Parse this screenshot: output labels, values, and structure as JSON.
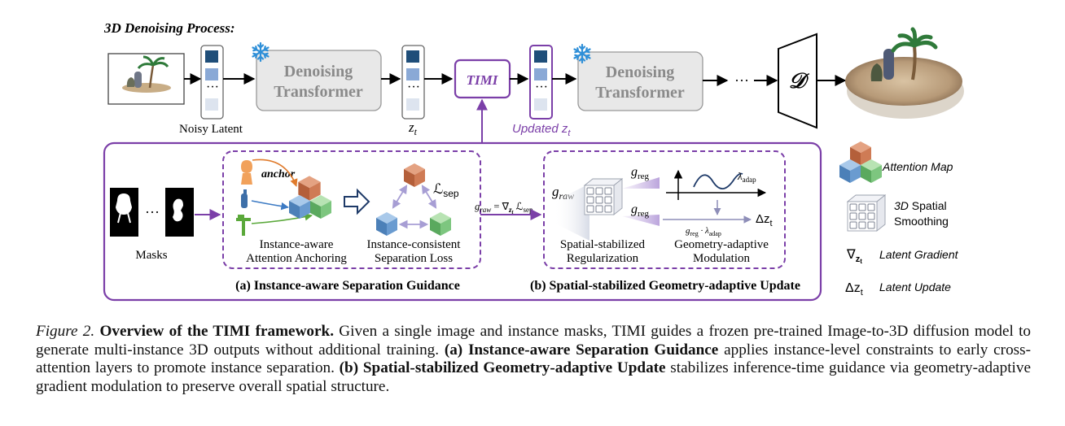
{
  "diagram": {
    "process_title": "3D Denoising Process:",
    "noisy_latent_label": "Noisy Latent",
    "denoiser_label_line1": "Denoising",
    "denoiser_label_line2": "Transformer",
    "zt_label": "z",
    "zt_sub": "t",
    "timi_label": "TIMI",
    "updated_label": "Updated z",
    "updated_sub": "t",
    "ellipsis": "···",
    "decoder_symbol": "𝒟",
    "masks_label": "Masks",
    "anchor_label": "anchor",
    "loss_label": "ℒ",
    "loss_sub": "sep",
    "anchoring_line1": "Instance-aware",
    "anchoring_line2": "Attention Anchoring",
    "separation_line1": "Instance-consistent",
    "separation_line2": "Separation Loss",
    "graw_eq_lhs": "g",
    "graw_eq_lhs_sub": "raw",
    "graw_eq_rhs": " = ∇",
    "graw_eq_rhs_sub": "z",
    "graw_eq_rhs_subsub": "t",
    "graw_eq_loss": " ℒ",
    "graw_eq_loss_sub": "sep",
    "graw_label": "g",
    "graw_sub": "raw",
    "greg_label": "g",
    "greg_sub": "reg",
    "lambda_label": "λ",
    "lambda_sub": "adap",
    "greg_lambda_label": "g",
    "greg_lambda_sub": "reg",
    "greg_lambda_rest": " · λ",
    "greg_lambda_rest_sub": "adap",
    "delta_z_label": "Δz",
    "delta_z_sub": "t",
    "spatial_line1": "Spatial-stabilized",
    "spatial_line2": "Regularization",
    "geometry_line1": "Geometry-adaptive",
    "geometry_line2": "Modulation",
    "part_a_title": "(a) Instance-aware Separation Guidance",
    "part_b_title": "(b) Spatial-stabilized Geometry-adaptive Update"
  },
  "legend": {
    "attention_map": "Attention Map",
    "smoothing_line1_italic": "3D",
    "smoothing_line1_rest": " Spatial",
    "smoothing_line2": "Smoothing",
    "latent_gradient_symbol": "∇",
    "latent_gradient_sub": "z",
    "latent_gradient_subsub": "t",
    "latent_gradient": "Latent Gradient",
    "latent_update_symbol": "Δz",
    "latent_update_sub": "t",
    "latent_update": "Latent Update"
  },
  "caption": {
    "figure_label": "Figure 2.",
    "bold_title": "Overview of the TIMI framework.",
    "text1": " Given a single image and instance masks, TIMI guides a frozen pre-trained Image-to-3D diffusion model to generate multi-instance 3D outputs without additional training. ",
    "bold_a": "(a) Instance-aware Separation Guidance",
    "text2": " applies instance-level constraints to early cross-attention layers to promote instance separation. ",
    "bold_b": "(b) Spatial-stabilized Geometry-adaptive Update",
    "text3": " stabilizes inference-time guidance via geometry-adaptive gradient modulation to preserve overall spatial structure."
  },
  "colors": {
    "accent_purple": "#7b3fa8",
    "latent_dark": "#1f4e79",
    "latent_mid": "#8aa9d6",
    "latent_light": "#dde4ef",
    "transformer_fill": "#e8e8e8",
    "cube_orange": "#c8734e",
    "cube_blue": "#5e93c6",
    "cube_green": "#77c07a",
    "snowflake": "#2e8fd8"
  }
}
